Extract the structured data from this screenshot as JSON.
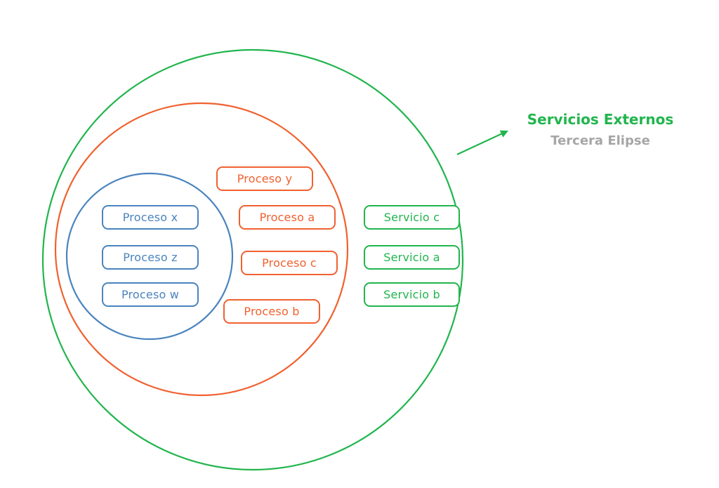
{
  "colors": {
    "inner": "#4a84be",
    "middle": "#f0612f",
    "outer": "#21b54d",
    "subtitle": "#a6a6a6"
  },
  "outer_label": {
    "title": "Servicios Externos",
    "subtitle": "Tercera Elipse"
  },
  "inner_circle": {
    "items": [
      "Proceso x",
      "Proceso z",
      "Proceso w"
    ]
  },
  "middle_circle": {
    "items": [
      "Proceso y",
      "Proceso a",
      "Proceso c",
      "Proceso b"
    ]
  },
  "outer_circle": {
    "items": [
      "Servicio c",
      "Servicio a",
      "Servicio b"
    ]
  }
}
